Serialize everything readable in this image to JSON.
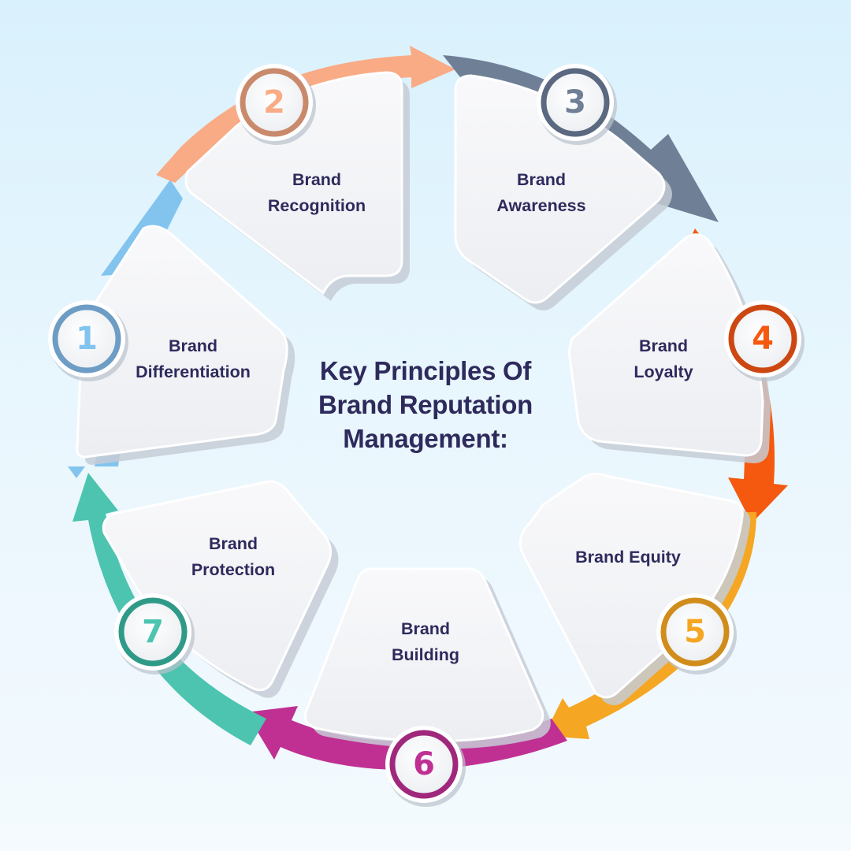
{
  "title": {
    "line1": "Key Principles Of",
    "line2": "Brand Reputation",
    "line3": "Management:"
  },
  "steps": [
    {
      "number": "1",
      "line1": "Brand",
      "line2": "Differentiation",
      "color": "#82c4ee",
      "ring": "#6d9cc4"
    },
    {
      "number": "2",
      "line1": "Brand",
      "line2": "Recognition",
      "color": "#f9ab85",
      "ring": "#c98a6c"
    },
    {
      "number": "3",
      "line1": "Brand",
      "line2": "Awareness",
      "color": "#6f7f96",
      "ring": "#5a6880"
    },
    {
      "number": "4",
      "line1": "Brand",
      "line2": "Loyalty",
      "color": "#f5590f",
      "ring": "#cc4712"
    },
    {
      "number": "5",
      "line1": "Brand Equity",
      "line2": "",
      "color": "#f5a623",
      "ring": "#d08d1c"
    },
    {
      "number": "6",
      "line1": "Brand",
      "line2": "Building",
      "color": "#c03093",
      "ring": "#a0287c"
    },
    {
      "number": "7",
      "line1": "Brand",
      "line2": "Protection",
      "color": "#4cc4b0",
      "ring": "#2f9a88"
    }
  ]
}
